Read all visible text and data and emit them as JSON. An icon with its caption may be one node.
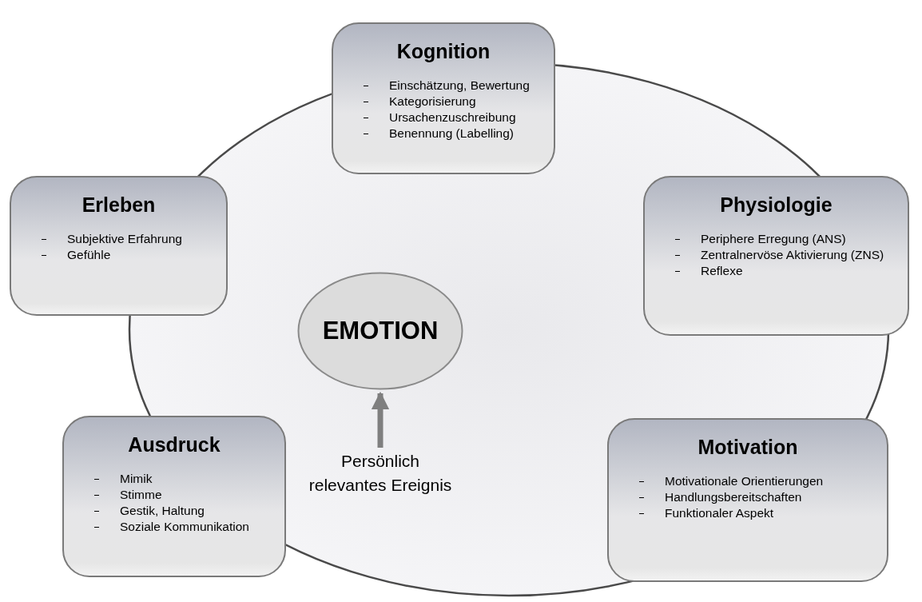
{
  "diagram": {
    "nodes": [
      {
        "text": [
          "Kognition",
          "Einschätzung, Bewertung",
          "Kategorisierung",
          "Ursachenzuschreibung",
          "Benennung (Labelling)"
        ]
      },
      {
        "text": [
          "Physiologie",
          "Periphere Erregung (ANS)",
          "Zentralnervöse Aktivierung (ZNS)",
          "Reflexe"
        ]
      },
      {
        "text": [
          "Motivation",
          "Motivationale Orientierungen",
          "Handlungsbereitschaften",
          "Funktionaler Aspekt"
        ]
      },
      {
        "text": [
          "Ausdruck",
          "Mimik",
          "Stimme",
          "Gestik, Haltung",
          "Soziale Kommunikation"
        ]
      },
      {
        "text": [
          "Erleben",
          "Subjektive Erfahrung",
          "Gefühle"
        ]
      },
      {
        "text": [
          "EMOTION"
        ]
      },
      {
        "text": [
          "Persönlich relevantes Ereignis"
        ]
      }
    ],
    "edges": [
      {
        "from": 6,
        "to": 5,
        "arrow": "to"
      }
    ]
  }
}
